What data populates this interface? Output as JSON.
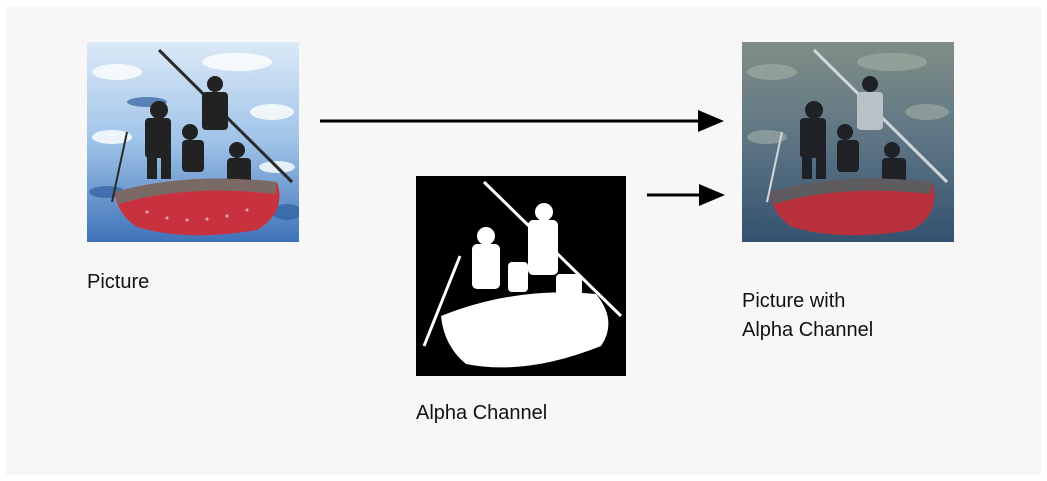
{
  "diagram": {
    "nodes": [
      {
        "id": "picture",
        "label": "Picture",
        "icon": "boat-photo"
      },
      {
        "id": "alpha",
        "label": "Alpha Channel",
        "icon": "alpha-mask"
      },
      {
        "id": "result",
        "label_line1": "Picture with",
        "label_line2": "Alpha Channel",
        "icon": "boat-photo-dimmed"
      }
    ],
    "edges": [
      {
        "from": "picture",
        "to": "result"
      },
      {
        "from": "alpha",
        "to": "result"
      }
    ]
  },
  "colors": {
    "background": "#f7f7f7",
    "arrow": "#000000",
    "boat_hull": "#c8323f",
    "water": "#5f8fc8",
    "mask_bg": "#000000",
    "mask_fg": "#ffffff"
  }
}
